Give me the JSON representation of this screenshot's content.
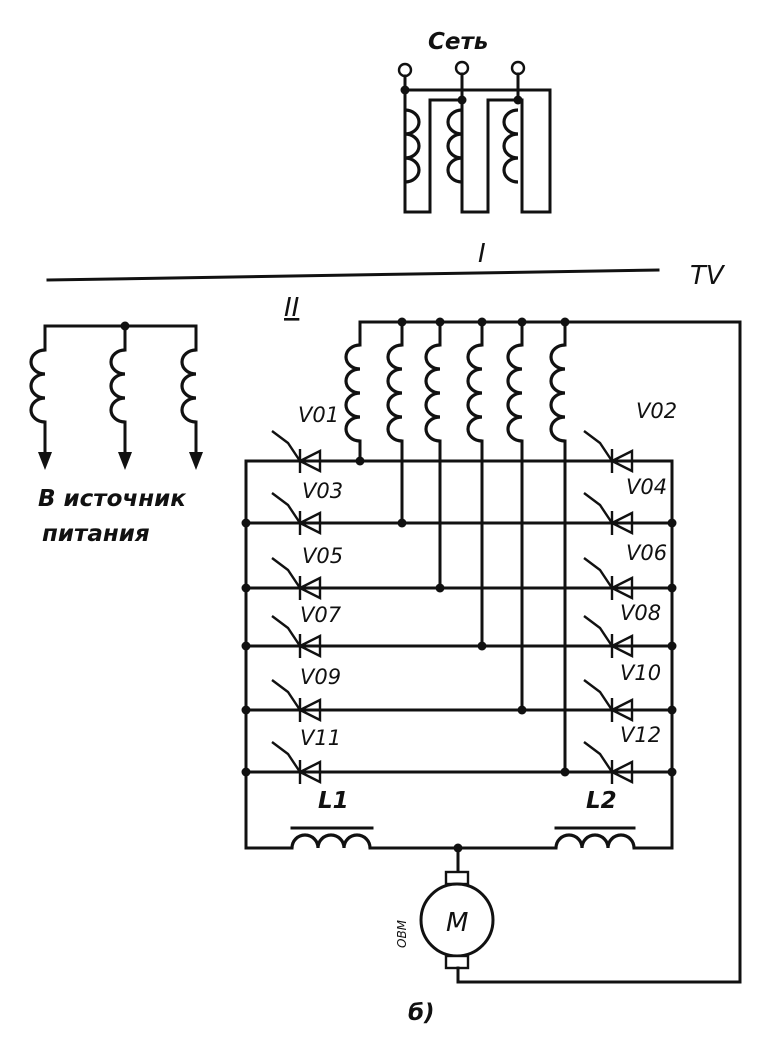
{
  "labels": {
    "network": "Сеть",
    "primary": "I",
    "transformer": "TV",
    "secondary": "II",
    "to_power_source_line1": "В источник",
    "to_power_source_line2": "питания",
    "motor": "M",
    "reactor_left": "L1",
    "reactor_right": "L2",
    "figure_tag": "б)",
    "motor_side_mark": "ОВМ"
  },
  "thyristors_left": [
    "V01",
    "V03",
    "V05",
    "V07",
    "V09",
    "V11"
  ],
  "thyristors_right": [
    "V02",
    "V04",
    "V06",
    "V08",
    "V10",
    "V12"
  ],
  "colors": {
    "ink": "#111111",
    "paper": "#ffffff"
  }
}
